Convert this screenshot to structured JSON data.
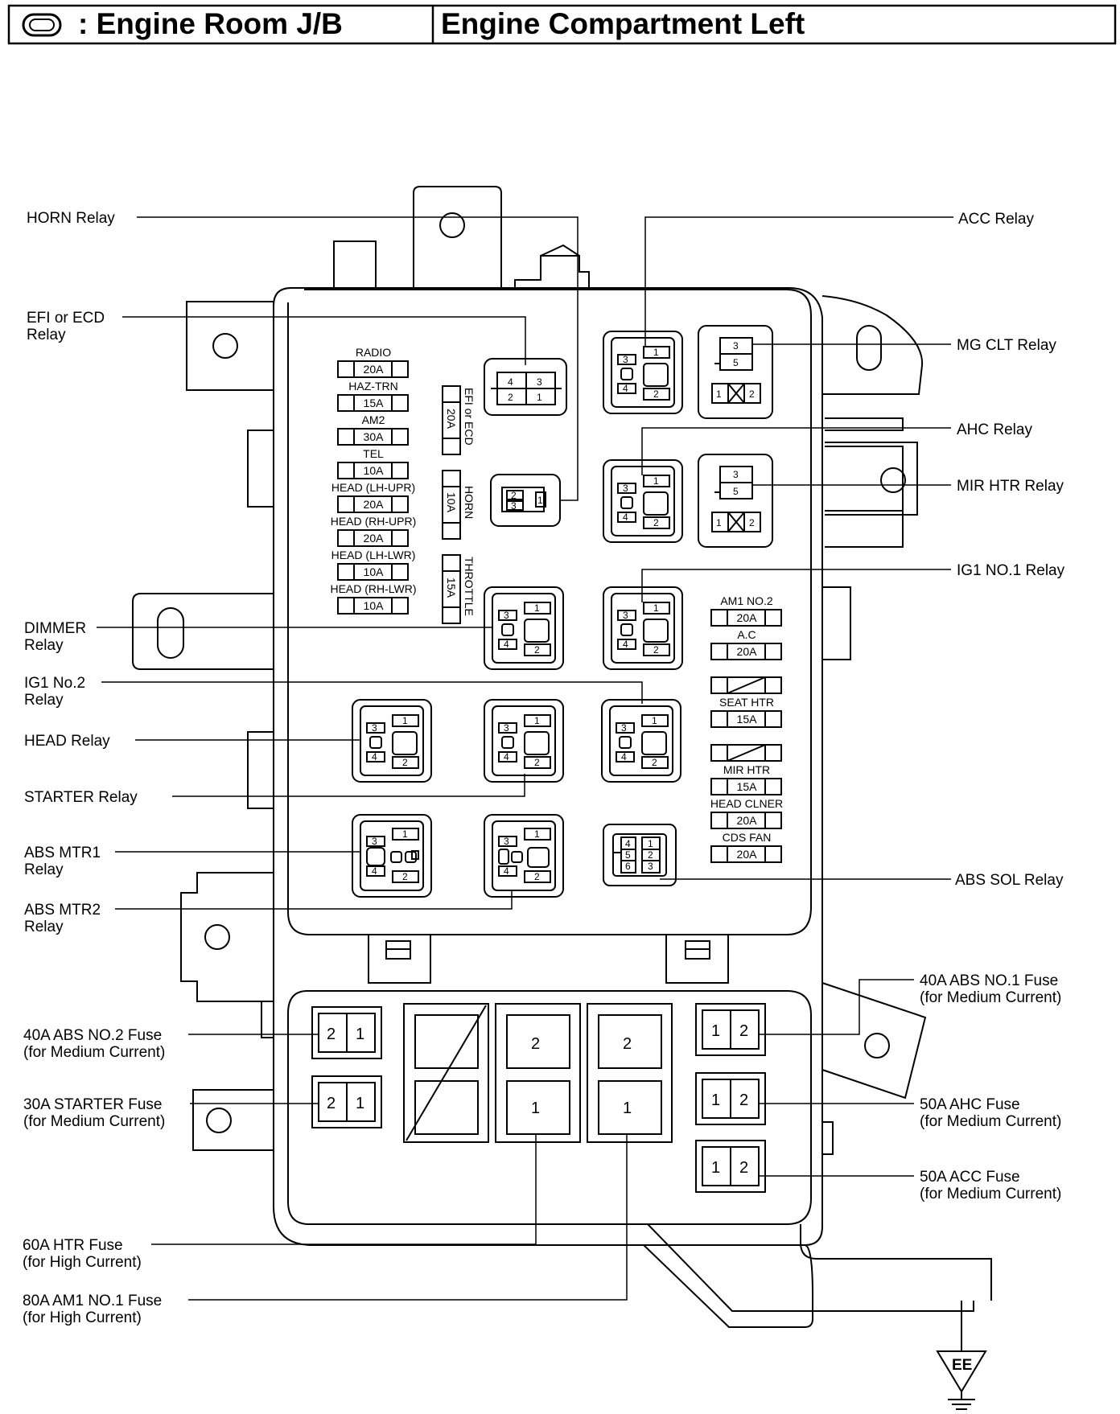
{
  "header": {
    "box_title": ": Engine Room J/B",
    "location": "Engine Compartment Left"
  },
  "callouts": {
    "horn_relay": "HORN Relay",
    "efi_relay_1": "EFI or ECD",
    "efi_relay_2": "Relay",
    "dimmer_relay_1": "DIMMER",
    "dimmer_relay_2": "Relay",
    "ig1no2_relay_1": "IG1 No.2",
    "ig1no2_relay_2": "Relay",
    "head_relay": "HEAD Relay",
    "starter_relay": "STARTER Relay",
    "abs_mtr1_1": "ABS MTR1",
    "abs_mtr1_2": "Relay",
    "abs_mtr2_1": "ABS MTR2",
    "abs_mtr2_2": "Relay",
    "abs_no2_fuse_1": "40A ABS NO.2 Fuse",
    "abs_no2_fuse_2": "(for Medium Current)",
    "starter_fuse_1": "30A STARTER Fuse",
    "starter_fuse_2": "(for Medium Current)",
    "htr_fuse_1": "60A HTR Fuse",
    "htr_fuse_2": "(for High Current)",
    "am1_fuse_1": "80A AM1 NO.1 Fuse",
    "am1_fuse_2": "(for High Current)",
    "acc_relay": "ACC Relay",
    "mg_clt_relay": "MG CLT Relay",
    "ahc_relay": "AHC Relay",
    "mir_htr_relay": "MIR HTR Relay",
    "ig1no1_relay": "IG1 NO.1 Relay",
    "abs_sol_relay": "ABS SOL Relay",
    "abs_no1_fuse_1": "40A ABS NO.1 Fuse",
    "abs_no1_fuse_2": "(for Medium Current)",
    "ahc_fuse_1": "50A AHC Fuse",
    "ahc_fuse_2": "(for Medium Current)",
    "acc_fuse_1": "50A ACC Fuse",
    "acc_fuse_2": "(for Medium Current)"
  },
  "left_fuses": [
    {
      "name": "RADIO",
      "rating": "20A"
    },
    {
      "name": "HAZ-TRN",
      "rating": "15A"
    },
    {
      "name": "AM2",
      "rating": "30A"
    },
    {
      "name": "TEL",
      "rating": "10A"
    },
    {
      "name": "HEAD (LH-UPR)",
      "rating": "20A"
    },
    {
      "name": "HEAD (RH-UPR)",
      "rating": "20A"
    },
    {
      "name": "HEAD (LH-LWR)",
      "rating": "10A"
    },
    {
      "name": "HEAD (RH-LWR)",
      "rating": "10A"
    }
  ],
  "vertical_fuses": [
    {
      "name": "EFI or ECD",
      "rating": "20A"
    },
    {
      "name": "HORN",
      "rating": "10A"
    },
    {
      "name": "THROTTLE",
      "rating": "15A"
    }
  ],
  "right_fuses": [
    {
      "name": "AM1 NO.2",
      "rating": "20A"
    },
    {
      "name": "A.C",
      "rating": "20A"
    },
    {
      "name": "SEAT HTR",
      "rating": "15A"
    },
    {
      "name": "MIR HTR",
      "rating": "15A"
    },
    {
      "name": "HEAD CLNER",
      "rating": "20A"
    },
    {
      "name": "CDS FAN",
      "rating": "20A"
    }
  ],
  "pins": {
    "n1": "1",
    "n2": "2",
    "n3": "3",
    "n4": "4",
    "n5": "5",
    "n6": "6"
  },
  "ground": "EE"
}
